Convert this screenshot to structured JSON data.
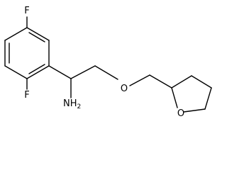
{
  "molecule": {
    "atoms": {
      "fluorine_top": "F",
      "fluorine_bottom": "F",
      "amine": {
        "main": "NH",
        "subscript": "2"
      },
      "ether_oxygen": "O",
      "ring_oxygen": "O"
    }
  }
}
